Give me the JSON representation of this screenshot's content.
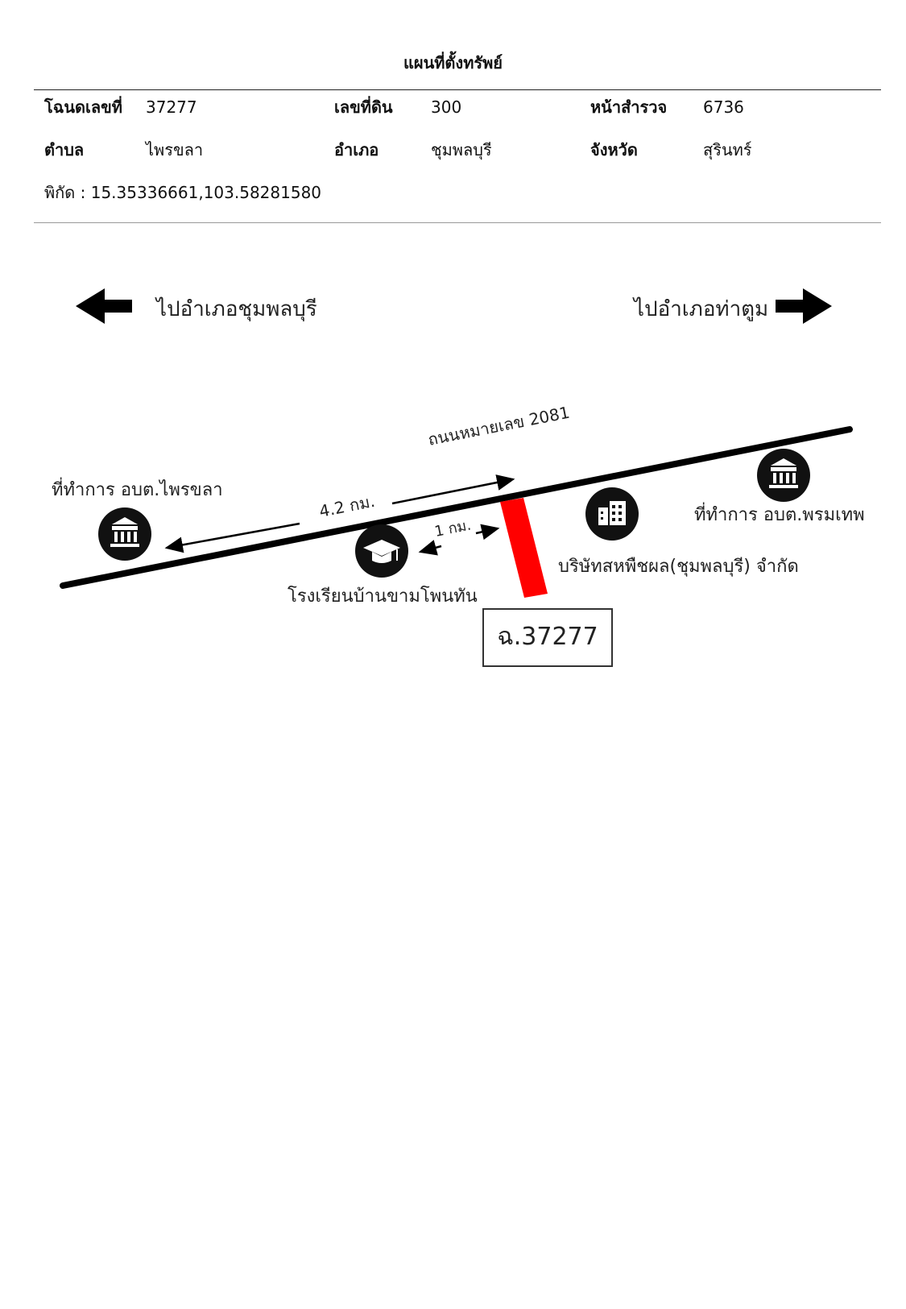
{
  "header": {
    "title": "แผนที่ตั้งทรัพย์"
  },
  "info": {
    "deed_label": "โฉนดเลขที่",
    "deed_value": "37277",
    "land_no_label": "เลขที่ดิน",
    "land_no_value": "300",
    "survey_label": "หน้าสำรวจ",
    "survey_value": "6736",
    "subdistrict_label": "ตำบล",
    "subdistrict_value": "ไพรขลา",
    "district_label": "อำเภอ",
    "district_value": "ชุมพลบุรี",
    "province_label": "จังหวัด",
    "province_value": "สุรินทร์",
    "coords": "พิกัด : 15.35336661,103.58281580"
  },
  "map": {
    "to_left": "ไปอำเภอชุมพลบุรี",
    "to_right": "ไปอำเภอท่าตูม",
    "road_name": "ถนนหมายเลข 2081",
    "dist_office": "4.2 กม.",
    "dist_school": "1 กม.",
    "office_left": "ที่ทำการ อบต.ไพรขลา",
    "office_right": "ที่ทำการ อบต.พรมเทพ",
    "school": "โรงเรียนบ้านขามโพนทัน",
    "company": "บริษัทสหพืชผล(ชุมพลบุรี) จำกัด",
    "parcel_label": "ฉ.37277",
    "colors": {
      "parcel": "#ff0000",
      "road": "#000000",
      "icon_bg": "#111111"
    },
    "icons": [
      "arrow-left-icon",
      "arrow-right-icon",
      "government-building-icon",
      "school-graduation-cap-icon",
      "company-building-icon"
    ]
  }
}
